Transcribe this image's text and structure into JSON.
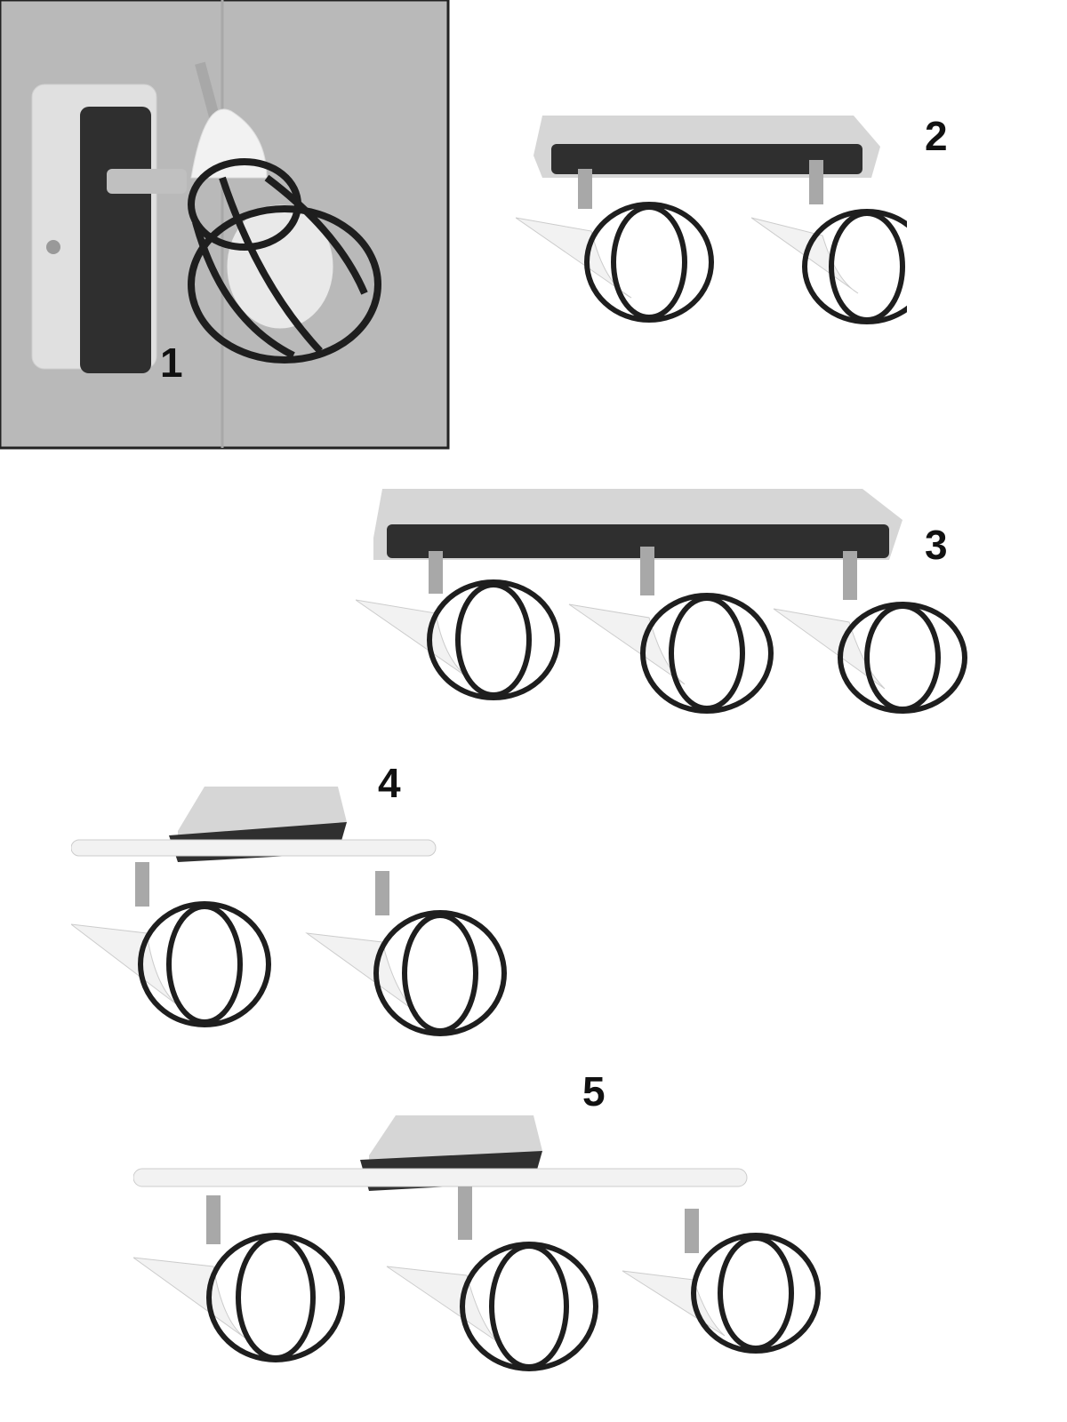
{
  "variants": [
    {
      "label": "1",
      "heads": 1
    },
    {
      "label": "2",
      "heads": 2
    },
    {
      "label": "3",
      "heads": 3
    },
    {
      "label": "4",
      "heads": 2
    },
    {
      "label": "5",
      "heads": 3
    }
  ],
  "colors": {
    "background": "#ffffff",
    "wall": "#b9b9b9",
    "frame": "#222222",
    "plate_black": "#2f2f2f",
    "plate_silver": "#d6d6d6",
    "shade_white": "#f2f2f2",
    "cage": "#1e1e1e",
    "chrome": "#a8a8a8",
    "brass": "#b89a5e"
  }
}
